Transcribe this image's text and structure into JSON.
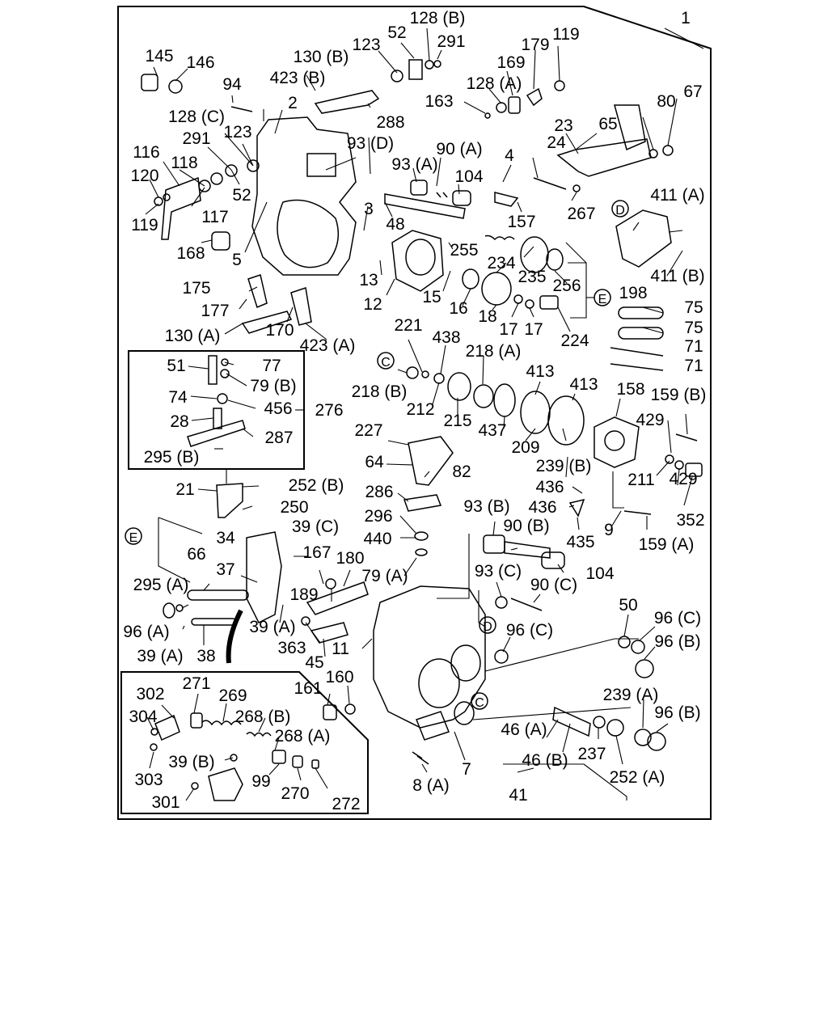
{
  "callouts": {
    "c1": "1",
    "c2": "2",
    "c3": "3",
    "c4": "4",
    "c5": "5",
    "c7": "7",
    "c8a": "8 (A)",
    "c9": "9",
    "c11": "11",
    "c12": "12",
    "c13": "13",
    "c15": "15",
    "c16": "16",
    "c17a": "17",
    "c17b": "17",
    "c18": "18",
    "c21": "21",
    "c23": "23",
    "c24": "24",
    "c28": "28",
    "c34": "34",
    "c37": "37",
    "c38": "38",
    "c39a1": "39 (A)",
    "c39a2": "39 (A)",
    "c39b": "39 (B)",
    "c39c": "39 (C)",
    "c41": "41",
    "c45": "45",
    "c46a": "46 (A)",
    "c46b": "46 (B)",
    "c48": "48",
    "c50": "50",
    "c51": "51",
    "c52a": "52",
    "c52b": "52",
    "c64": "64",
    "c65": "65",
    "c66": "66",
    "c67": "67",
    "c71a": "71",
    "c71b": "71",
    "c74": "74",
    "c75a": "75",
    "c75b": "75",
    "c77": "77",
    "c79a": "79 (A)",
    "c79b": "79 (B)",
    "c80": "80",
    "c82": "82",
    "c90a": "90 (A)",
    "c90b": "90 (B)",
    "c90c": "90 (C)",
    "c93a": "93 (A)",
    "c93b": "93 (B)",
    "c93c": "93 (C)",
    "c93d": "93 (D)",
    "c94": "94",
    "c96a": "96 (A)",
    "c96b1": "96 (B)",
    "c96b2": "96 (B)",
    "c96c1": "96 (C)",
    "c96c2": "96 (C)",
    "c99": "99",
    "c104a": "104",
    "c104b": "104",
    "c116": "116",
    "c117": "117",
    "c118": "118",
    "c119a": "119",
    "c119b": "119",
    "c120": "120",
    "c123a": "123",
    "c123b": "123",
    "c128a": "128 (A)",
    "c128b": "128 (B)",
    "c128c": "128 (C)",
    "c130a": "130 (A)",
    "c130b": "130 (B)",
    "c145": "145",
    "c146": "146",
    "c157": "157",
    "c158": "158",
    "c159a": "159 (A)",
    "c159b": "159 (B)",
    "c160": "160",
    "c161": "161",
    "c163": "163",
    "c167": "167",
    "c168": "168",
    "c169": "169",
    "c170": "170",
    "c175": "175",
    "c177": "177",
    "c179": "179",
    "c180": "180",
    "c189": "189",
    "c198": "198",
    "c209": "209",
    "c211": "211",
    "c212": "212",
    "c215": "215",
    "c218a": "218 (A)",
    "c218b": "218 (B)",
    "c221": "221",
    "c224": "224",
    "c227": "227",
    "c234": "234",
    "c235": "235",
    "c237": "237",
    "c239a": "239 (A)",
    "c239b": "239 (B)",
    "c250": "250",
    "c252a": "252 (A)",
    "c252b": "252 (B)",
    "c255": "255",
    "c256": "256",
    "c267": "267",
    "c268a": "268 (A)",
    "c268b": "268 (B)",
    "c269": "269",
    "c270": "270",
    "c271": "271",
    "c272": "272",
    "c276": "276",
    "c286": "286",
    "c287": "287",
    "c288": "288",
    "c291a": "291",
    "c291b": "291",
    "c295a": "295 (A)",
    "c295b": "295 (B)",
    "c296": "296",
    "c301": "301",
    "c302": "302",
    "c303": "303",
    "c304": "304",
    "c352": "352",
    "c363": "363",
    "c411a": "411 (A)",
    "c411b": "411 (B)",
    "c413a": "413",
    "c413b": "413",
    "c423a": "423 (A)",
    "c423b": "423 (B)",
    "c429a": "429",
    "c429b": "429",
    "c435": "435",
    "c436a": "436",
    "c436b": "436",
    "c437": "437",
    "c438": "438",
    "c440": "440",
    "c456": "456"
  },
  "markers": {
    "c_left": "C",
    "c_right": "C",
    "d_top": "D",
    "d_mid": "D",
    "e_top": "E",
    "e_left": "E"
  }
}
